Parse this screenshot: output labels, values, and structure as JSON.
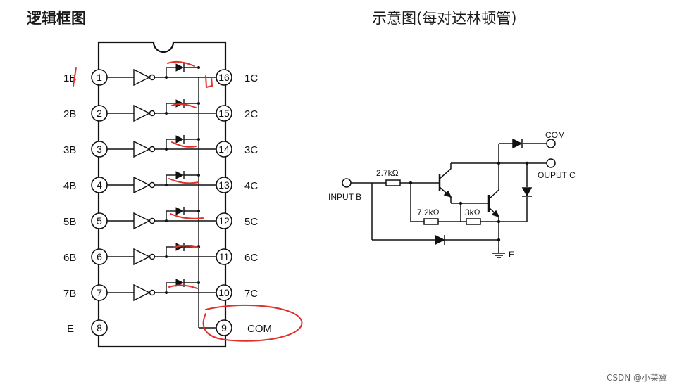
{
  "titles": {
    "left": "逻辑框图",
    "right": "示意图(每对达林顿管)"
  },
  "left_pins": [
    {
      "label": "1B",
      "num": "1"
    },
    {
      "label": "2B",
      "num": "2"
    },
    {
      "label": "3B",
      "num": "3"
    },
    {
      "label": "4B",
      "num": "4"
    },
    {
      "label": "5B",
      "num": "5"
    },
    {
      "label": "6B",
      "num": "6"
    },
    {
      "label": "7B",
      "num": "7"
    },
    {
      "label": "E",
      "num": "8"
    }
  ],
  "right_pins": [
    {
      "label": "1C",
      "num": "16"
    },
    {
      "label": "2C",
      "num": "15"
    },
    {
      "label": "3C",
      "num": "14"
    },
    {
      "label": "4C",
      "num": "13"
    },
    {
      "label": "5C",
      "num": "12"
    },
    {
      "label": "6C",
      "num": "11"
    },
    {
      "label": "7C",
      "num": "10"
    },
    {
      "label": "COM",
      "num": "9"
    }
  ],
  "schematic": {
    "input_label": "INPUT B",
    "output_label": "OUPUT C",
    "com_label": "COM",
    "emitter_label": "E",
    "r1_label": "2.7kΩ",
    "r2_label": "7.2kΩ",
    "r3_label": "3kΩ"
  },
  "colors": {
    "line": "#111111",
    "annotation": "#e0302a"
  },
  "watermark": "CSDN @小菜冀"
}
